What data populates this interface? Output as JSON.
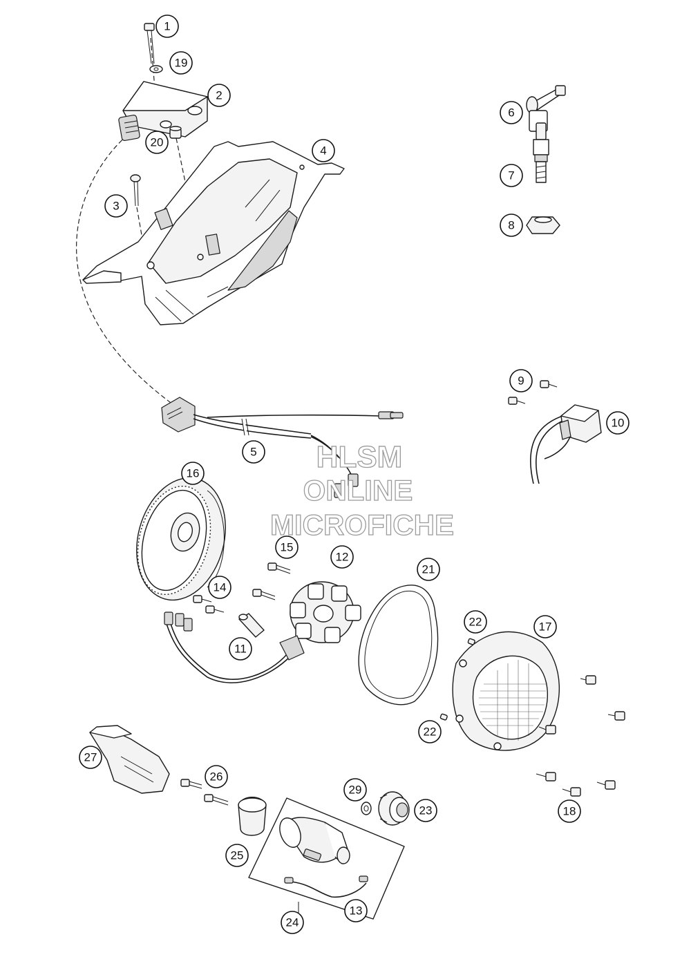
{
  "watermark": {
    "line1": "HLSM",
    "line2": "ONLINE",
    "line3": "MICROFICHE"
  },
  "callouts": [
    "1",
    "2",
    "3",
    "4",
    "5",
    "6",
    "7",
    "8",
    "9",
    "10",
    "11",
    "12",
    "13",
    "14",
    "15",
    "16",
    "17",
    "18",
    "19",
    "20",
    "21",
    "22",
    "22",
    "23",
    "24",
    "25",
    "26",
    "27",
    "29"
  ]
}
